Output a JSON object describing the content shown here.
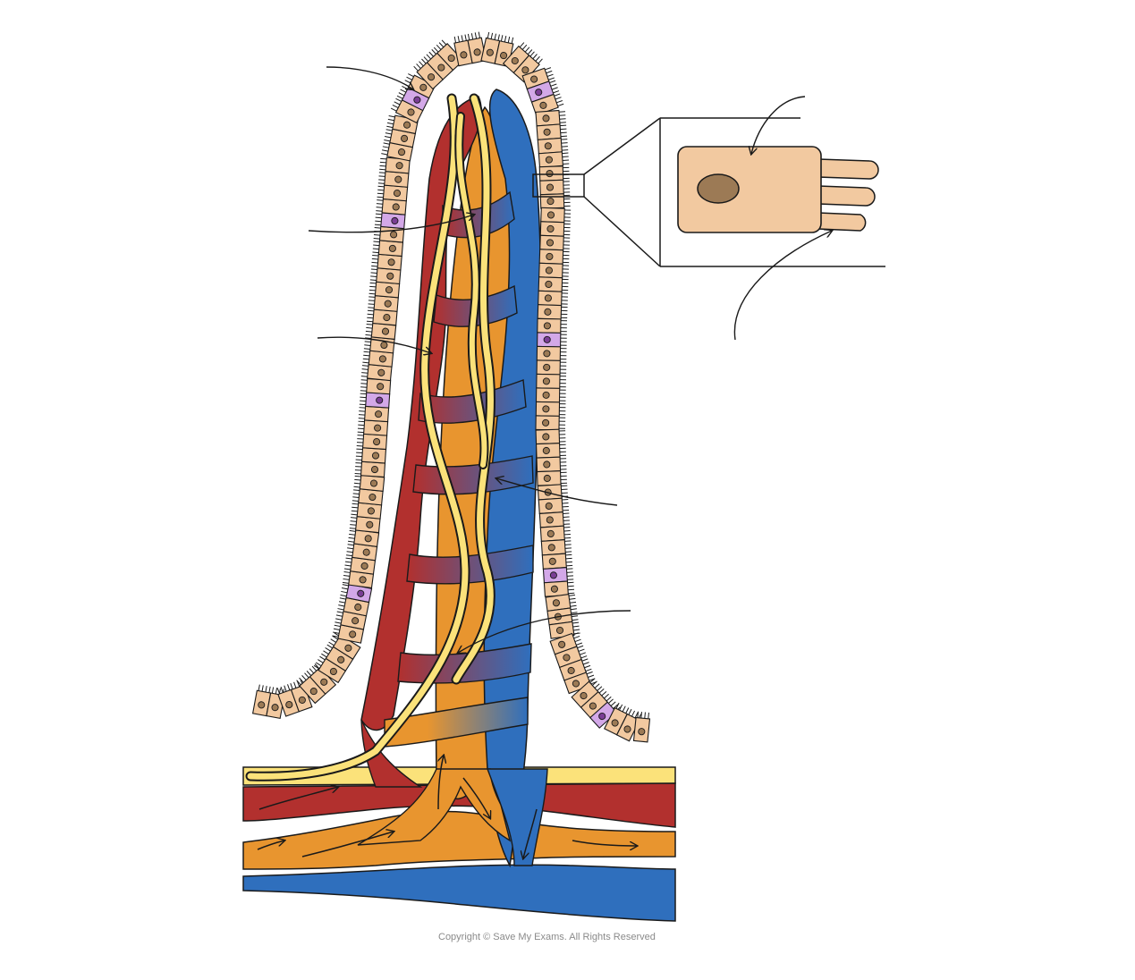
{
  "copyright": "Copyright © Save My Exams. All Rights Reserved",
  "colors": {
    "epithelium": "#f2c9a0",
    "nucleus": "#9c7a55",
    "goblet_cell": "#d3a8e8",
    "goblet_nucleus": "#7a3e95",
    "artery": "#b2302e",
    "vein": "#2f6fbd",
    "lacteal": "#e8952f",
    "lymph_yellow": "#fbe27a",
    "outline": "#1a1a1a"
  },
  "leader_lines": [
    {
      "name": "epithelium-pointer"
    },
    {
      "name": "capillary-network-pointer"
    },
    {
      "name": "arteriole-pointer"
    },
    {
      "name": "venule-pointer"
    },
    {
      "name": "lacteal-pointer"
    },
    {
      "name": "cell-membrane-pointer"
    },
    {
      "name": "microvilli-pointer"
    }
  ]
}
